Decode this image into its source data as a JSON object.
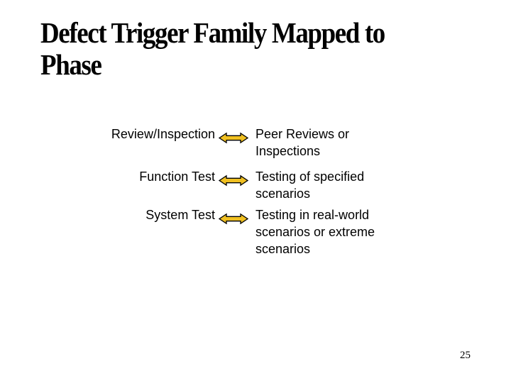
{
  "slide": {
    "title_lines": [
      "Defect Trigger Family Mapped to",
      "Phase"
    ],
    "page_number": "25",
    "mappings": [
      {
        "label": "Review/Inspection",
        "description_lines": [
          "Peer Reviews or",
          "Inspections"
        ]
      },
      {
        "label": "Function Test",
        "description_lines": [
          "Testing of specified",
          "scenarios"
        ]
      },
      {
        "label": "System Test",
        "description_lines": [
          "Testing in real-world",
          "scenarios or extreme",
          "scenarios"
        ]
      }
    ],
    "arrow_icon": "left-right-arrow",
    "colors": {
      "background": "#ffffff",
      "text": "#000000",
      "arrow_fill": "#f0c021",
      "arrow_outline": "#000000"
    }
  }
}
